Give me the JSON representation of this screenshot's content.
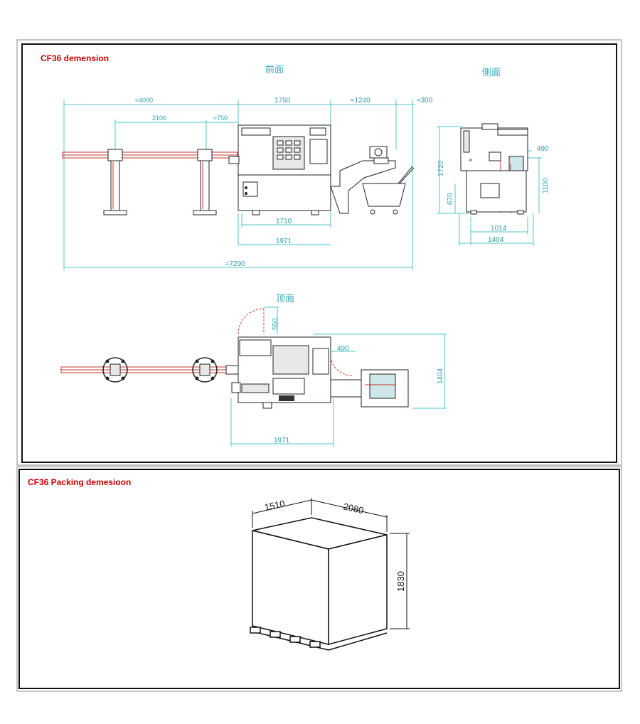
{
  "sections": {
    "dimension_title": "CF36 demension",
    "packing_title": "CF36 Packing demesioon"
  },
  "views": {
    "front": "前面",
    "side": "側面",
    "top": "顶面"
  },
  "front_dims": {
    "bar_length": "≈4000",
    "machine_width": "1750",
    "conveyor": "≈1240",
    "end_gap": "≈300",
    "stand_spacing": "2100",
    "stand_offset": "≈750",
    "base_width": "1710",
    "overall_machine": "1971",
    "total_length": "≈7290"
  },
  "side_dims": {
    "height": "1720",
    "spindle_height": "1100",
    "tool_width": "490",
    "base_height": "670",
    "base_depth": "1014",
    "overall_depth": "1404"
  },
  "top_dims": {
    "door_swing": "550",
    "tool_width": "490",
    "depth": "1404",
    "machine_length": "1971"
  },
  "packing_dims": {
    "depth": "1510",
    "length": "2080",
    "height": "1830"
  },
  "colors": {
    "title_red": "#cc0000",
    "dimension_cyan": "#2a9fa8",
    "bar_red": "#c0392b"
  }
}
